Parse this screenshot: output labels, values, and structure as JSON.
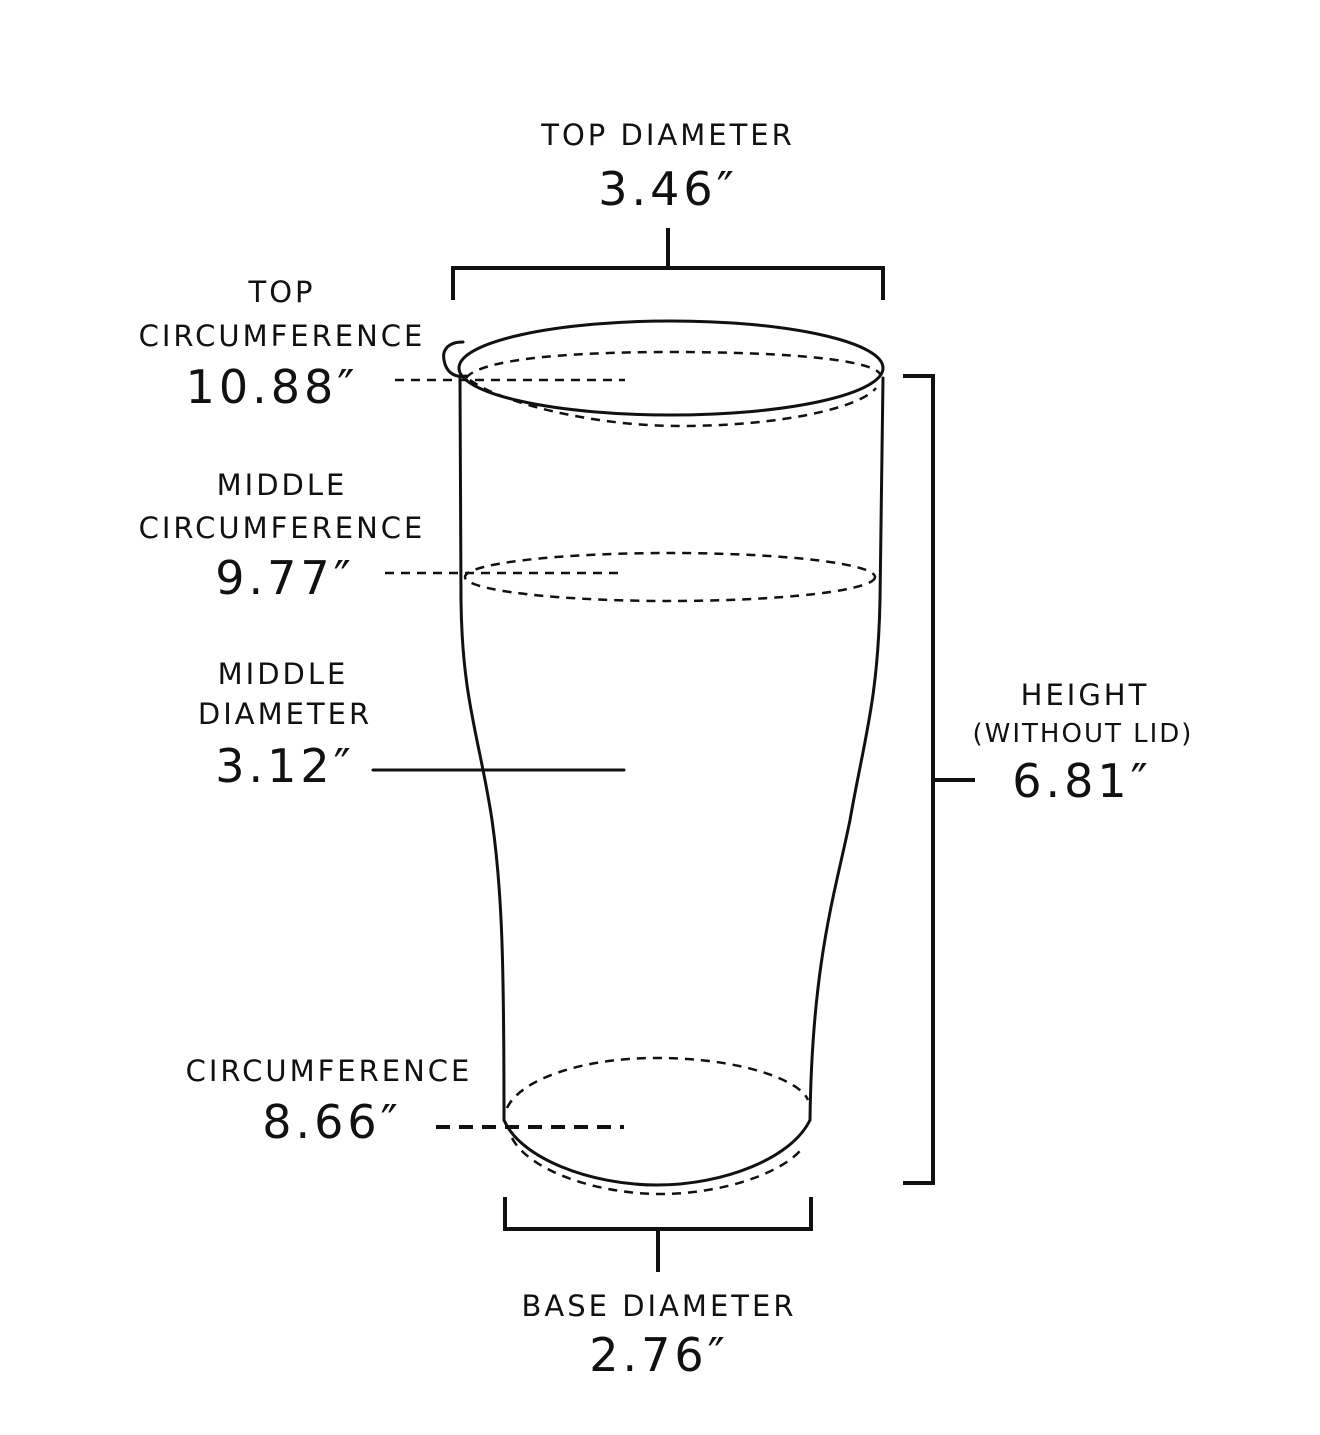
{
  "labels": {
    "top_diameter": {
      "label": "TOP DIAMETER",
      "value": "3.46″"
    },
    "top_circumference": {
      "label_line1": "TOP",
      "label_line2": "CIRCUMFERENCE",
      "value": "10.88″"
    },
    "middle_circumference": {
      "label_line1": "MIDDLE",
      "label_line2": "CIRCUMFERENCE",
      "value": "9.77″"
    },
    "middle_diameter": {
      "label_line1": "MIDDLE",
      "label_line2": "DIAMETER",
      "value": "3.12″"
    },
    "base_circumference": {
      "label": "CIRCUMFERENCE",
      "value": "8.66″"
    },
    "height": {
      "label": "HEIGHT",
      "note": "(WITHOUT LID)",
      "value": "6.81″"
    },
    "base_diameter": {
      "label": "BASE DIAMETER",
      "value": "2.76″"
    }
  }
}
